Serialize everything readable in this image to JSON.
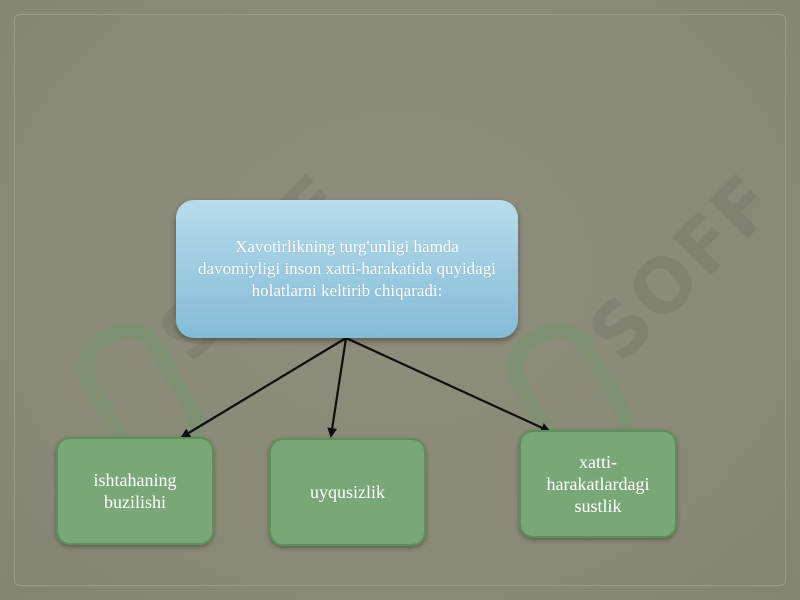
{
  "diagram": {
    "root": {
      "text": "Xavotirlikning turg'unligi hamda davomiyligi inson xatti-harakatida quyidagi holatlarni keltirib chiqaradi:"
    },
    "children": [
      {
        "text": "ishtahaning buzilishi"
      },
      {
        "text": "uyqusizlik"
      },
      {
        "text": "xatti-harakatlardagi sustlik"
      }
    ]
  },
  "watermark": {
    "text": "SOFF"
  },
  "colors": {
    "background": "#8d8b7a",
    "root_box": "#9fcde2",
    "leaf_box": "#79a777",
    "arrow": "#0f0f0f"
  }
}
